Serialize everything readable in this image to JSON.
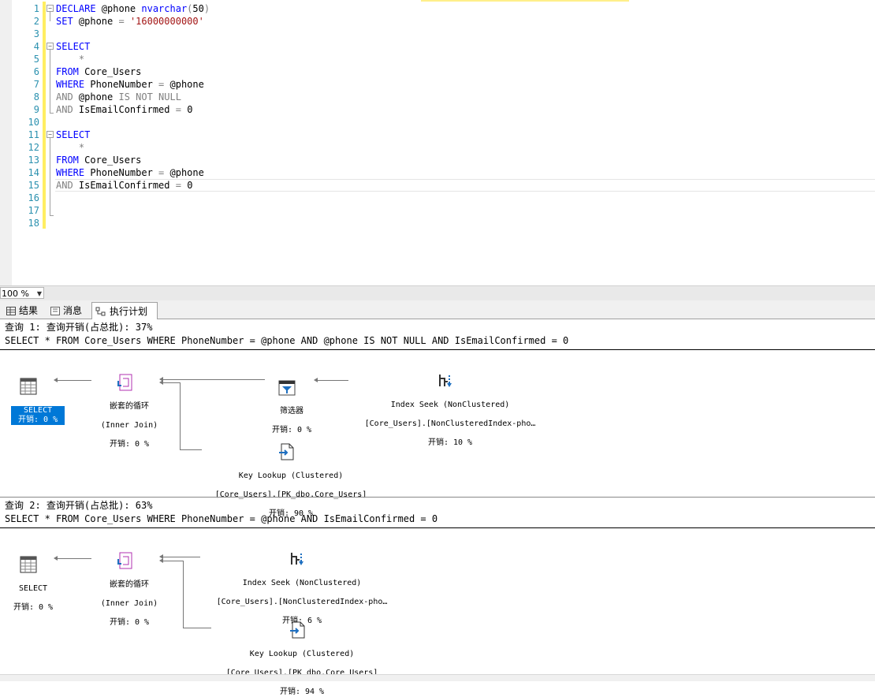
{
  "editor": {
    "lines": [
      {
        "n": "1",
        "segs": [
          [
            "kw",
            "DECLARE"
          ],
          [
            "txt",
            " @phone "
          ],
          [
            "kw",
            "nvarchar"
          ],
          [
            "gray",
            "("
          ],
          [
            "txt",
            "50"
          ],
          [
            "gray",
            ")"
          ]
        ]
      },
      {
        "n": "2",
        "segs": [
          [
            "kw",
            "SET"
          ],
          [
            "txt",
            " @phone "
          ],
          [
            "gray",
            "= "
          ],
          [
            "str",
            "'16000000000'"
          ]
        ]
      },
      {
        "n": "3",
        "segs": []
      },
      {
        "n": "4",
        "segs": [
          [
            "kw",
            "SELECT"
          ]
        ]
      },
      {
        "n": "5",
        "segs": [
          [
            "txt",
            "    "
          ],
          [
            "gray",
            "*"
          ]
        ]
      },
      {
        "n": "6",
        "segs": [
          [
            "kw",
            "FROM"
          ],
          [
            "txt",
            " Core_Users"
          ]
        ]
      },
      {
        "n": "7",
        "segs": [
          [
            "kw",
            "WHERE"
          ],
          [
            "txt",
            " PhoneNumber "
          ],
          [
            "gray",
            "="
          ],
          [
            "txt",
            " @phone"
          ]
        ]
      },
      {
        "n": "8",
        "segs": [
          [
            "gray",
            "AND"
          ],
          [
            "txt",
            " @phone "
          ],
          [
            "gray",
            "IS NOT NULL"
          ]
        ]
      },
      {
        "n": "9",
        "segs": [
          [
            "gray",
            "AND"
          ],
          [
            "txt",
            " IsEmailConfirmed "
          ],
          [
            "gray",
            "="
          ],
          [
            "txt",
            " 0"
          ]
        ]
      },
      {
        "n": "10",
        "segs": []
      },
      {
        "n": "11",
        "segs": [
          [
            "kw",
            "SELECT"
          ]
        ]
      },
      {
        "n": "12",
        "segs": [
          [
            "txt",
            "    "
          ],
          [
            "gray",
            "*"
          ]
        ]
      },
      {
        "n": "13",
        "segs": [
          [
            "kw",
            "FROM"
          ],
          [
            "txt",
            " Core_Users"
          ]
        ]
      },
      {
        "n": "14",
        "segs": [
          [
            "kw",
            "WHERE"
          ],
          [
            "txt",
            " PhoneNumber "
          ],
          [
            "gray",
            "="
          ],
          [
            "txt",
            " @phone"
          ]
        ]
      },
      {
        "n": "15",
        "segs": [
          [
            "gray",
            "AND"
          ],
          [
            "txt",
            " IsEmailConfirmed "
          ],
          [
            "gray",
            "="
          ],
          [
            "txt",
            " 0"
          ]
        ]
      },
      {
        "n": "16",
        "segs": []
      },
      {
        "n": "17",
        "segs": []
      },
      {
        "n": "18",
        "segs": []
      }
    ]
  },
  "zoom": {
    "value": "100 %"
  },
  "tabs": {
    "results": "结果",
    "messages": "消息",
    "plan": "执行计划"
  },
  "query1": {
    "header": "查询 1: 查询开销(占总批): 37%",
    "sql": "SELECT * FROM Core_Users WHERE PhoneNumber = @phone AND @phone IS NOT NULL AND IsEmailConfirmed = 0",
    "select": {
      "label": "SELECT",
      "cost": "开销: 0 %"
    },
    "nested": {
      "label": "嵌套的循环",
      "sub": "(Inner Join)",
      "cost": "开销: 0 %"
    },
    "filter": {
      "label": "筛选器",
      "cost": "开销: 0 %"
    },
    "seek": {
      "label": "Index Seek (NonClustered)",
      "sub": "[Core_Users].[NonClusteredIndex-pho…",
      "cost": "开销: 10 %"
    },
    "lookup": {
      "label": "Key Lookup (Clustered)",
      "sub": "[Core_Users].[PK_dbo.Core_Users]",
      "cost": "开销: 90 %"
    }
  },
  "query2": {
    "header": "查询 2: 查询开销(占总批): 63%",
    "sql": "SELECT * FROM Core_Users WHERE PhoneNumber = @phone AND IsEmailConfirmed = 0",
    "select": {
      "label": "SELECT",
      "cost": "开销: 0 %"
    },
    "nested": {
      "label": "嵌套的循环",
      "sub": "(Inner Join)",
      "cost": "开销: 0 %"
    },
    "seek": {
      "label": "Index Seek (NonClustered)",
      "sub": "[Core_Users].[NonClusteredIndex-pho…",
      "cost": "开销: 6 %"
    },
    "lookup": {
      "label": "Key Lookup (Clustered)",
      "sub": "[Core_Users].[PK_dbo.Core_Users]",
      "cost": "开销: 94 %"
    }
  }
}
